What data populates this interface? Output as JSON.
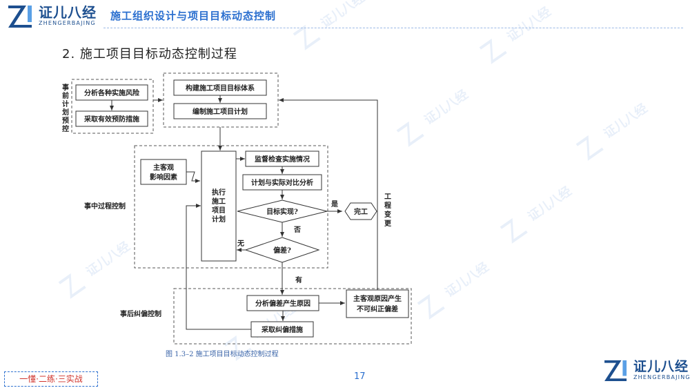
{
  "header": {
    "logo_cn": "证儿八经",
    "logo_en": "ZHENGERBAJING",
    "title": "施工组织设计与项目目标动态控制"
  },
  "section_title": "2. 施工项目目标动态控制过程",
  "diagram": {
    "pre_control_label": [
      "事",
      "前",
      "计",
      "划",
      "预",
      "控"
    ],
    "analyze_risk": "分析各种实施风险",
    "take_prevent": "采取有效预防措施",
    "build_system": "构建施工项目目标体系",
    "make_plan": "编制施工项目计划",
    "in_process_label": "事中过程控制",
    "subj_obj_factors": [
      "主客观",
      "影响因素"
    ],
    "execute_plan": [
      "执行",
      "施工",
      "项目",
      "计划"
    ],
    "supervise": "监督检查实施情况",
    "compare": "计划与实际对比分析",
    "target_achieved": "目标实现?",
    "yes": "是",
    "finish": "完工",
    "no": "否",
    "deviation": "偏差?",
    "none": "无",
    "have": "有",
    "project_change": [
      "工",
      "程",
      "变",
      "更"
    ],
    "post_control_label": "事后纠偏控制",
    "analyze_cause": "分析偏差产生原因",
    "uncorrectable": [
      "主客观原因产生",
      "不可纠正偏差"
    ],
    "take_correct": "采取纠偏措施",
    "caption": "图 1.3–2   施工项目目标动态控制过程"
  },
  "footer": {
    "tagline": "一懂·二练·三实战",
    "page_number": "17",
    "logo_cn": "证儿八经",
    "logo_en": "ZHENGERBAJING"
  },
  "colors": {
    "brand": "#1d4f8f",
    "accent": "#2b6fcf",
    "tagline_text": "#d0342c"
  },
  "watermark": "证儿八经"
}
